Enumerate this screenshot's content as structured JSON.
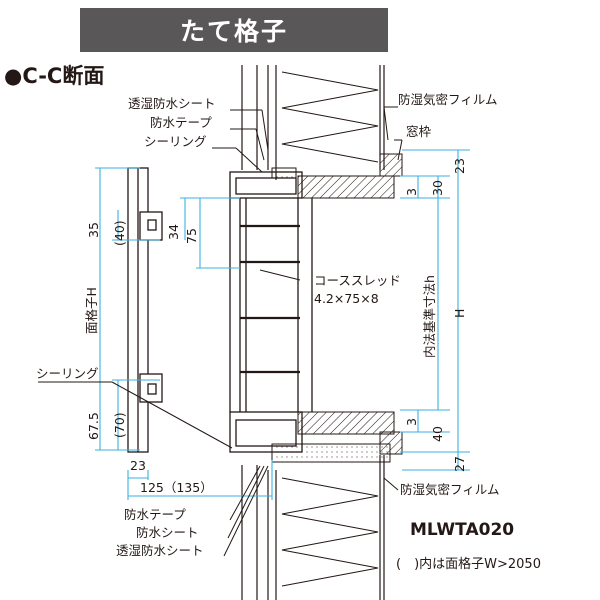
{
  "title": "たて格子",
  "section": "●C-C断面",
  "model_code": "MLWTA020",
  "note": "(　)内は面格子W>2050",
  "labels": {
    "breathable_sheet_top": "透湿防水シート",
    "waterproof_tape_top": "防水テープ",
    "sealing_top": "シーリング",
    "moisture_film_top": "防湿気密フィルム",
    "window_frame": "窓枠",
    "coarse_screw": "コーススレッド",
    "screw_size": "4.2×75×8",
    "sealing_left": "シーリング",
    "moisture_film_bottom": "防湿気密フィルム",
    "waterproof_tape_bottom": "防水テープ",
    "waterproof_sheet_bottom": "防水シート",
    "breathable_sheet_bottom": "透湿防水シート"
  },
  "dimensions": {
    "d35": "35",
    "d40p": "(40)",
    "d34": "34",
    "d75": "75",
    "grid_h": "面格子H",
    "d675": "67.5",
    "d70p": "(70)",
    "d23_bottom": "23",
    "d125": "125（135）",
    "d23_top": "23",
    "d30": "30",
    "d3_top": "3",
    "inner_h": "内法基準寸法h",
    "H": "H",
    "d3_bottom": "3",
    "d40": "40",
    "d27": "27"
  },
  "colors": {
    "title_bg": "#595757",
    "title_fg": "#ffffff",
    "dim_line": "#3bb2e0",
    "leader": "#231815",
    "hatch": "#231815"
  }
}
